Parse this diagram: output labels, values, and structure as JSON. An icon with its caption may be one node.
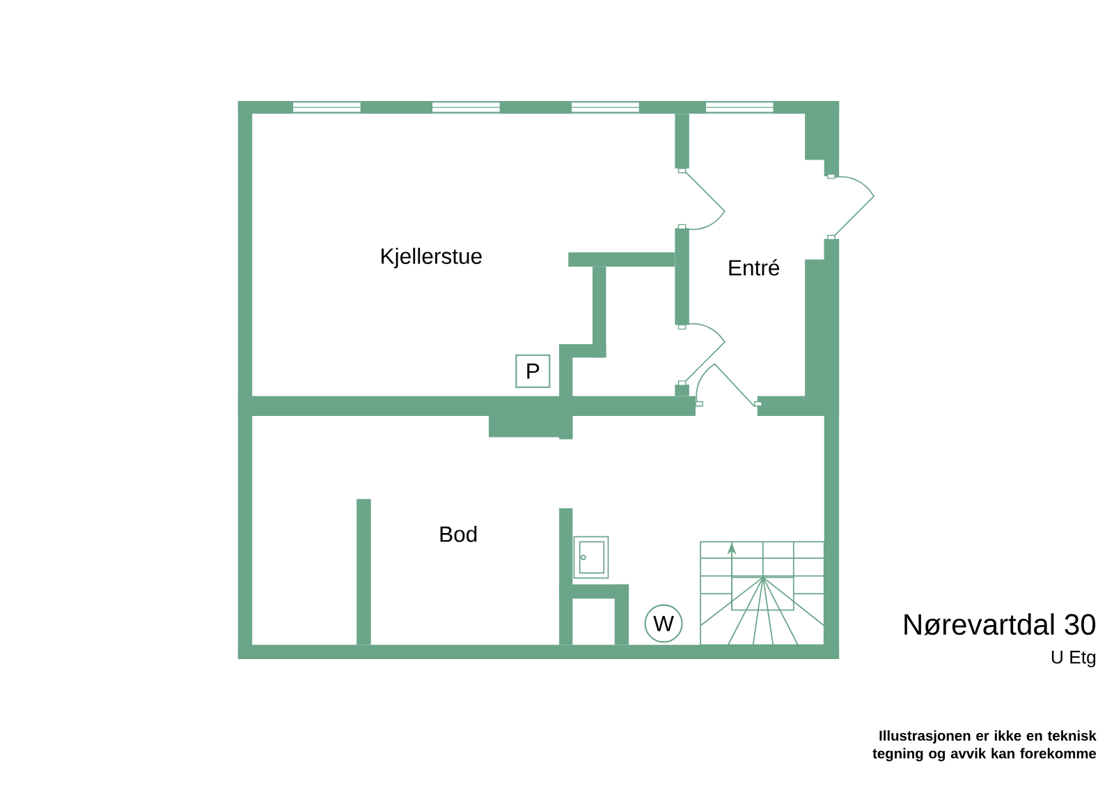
{
  "diagram": {
    "title": "Nørevartdal 30",
    "nodes": [
      {
        "text": [
          "P"
        ]
      },
      {
        "text": [
          "W"
        ]
      }
    ],
    "labels": [
      "Kjellerstue",
      "Entré",
      "Bod",
      "U Etg",
      "Illustrasjonen er ikke en teknisk tegning og avvik kan forekomme"
    ]
  }
}
